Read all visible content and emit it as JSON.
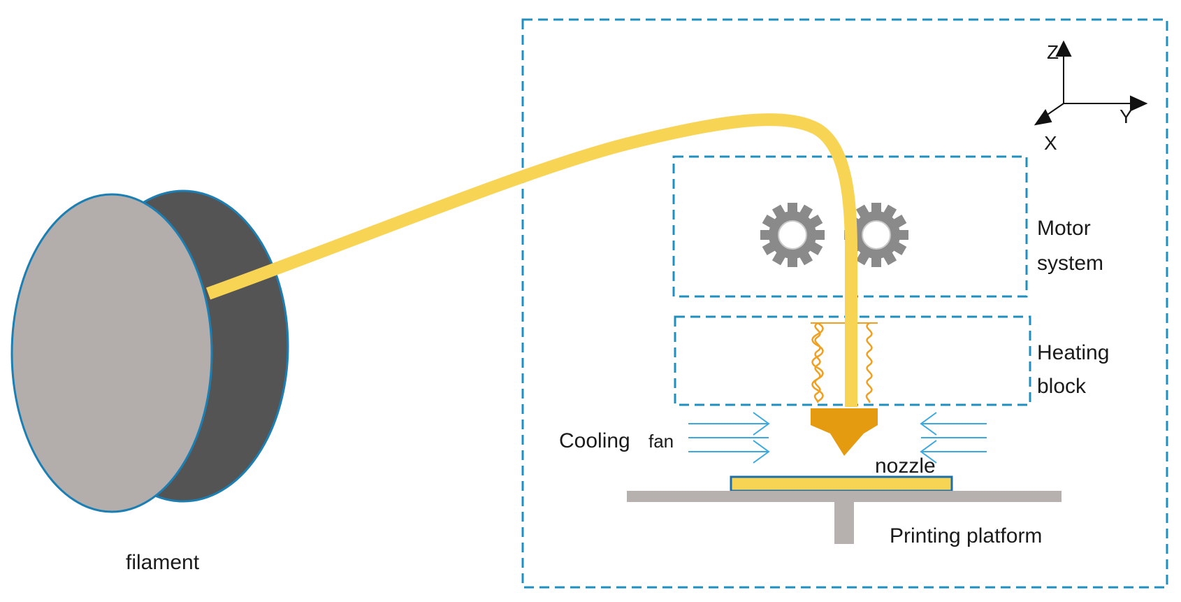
{
  "labels": {
    "filament": "filament",
    "motor_line1": "Motor",
    "motor_line2": "system",
    "heating_line1": "Heating",
    "heating_line2": "block",
    "cooling": "Cooling",
    "fan": "fan",
    "nozzle": "nozzle",
    "platform": "Printing platform"
  },
  "axes": {
    "z": "Z",
    "y": "Y",
    "x": "X"
  },
  "colors": {
    "frame_dash": "#1f8fc0",
    "filament": "#f8d454",
    "spool_face": "#b3aeab",
    "spool_side": "#545454",
    "spool_outline": "#1c7fb4",
    "gear": "#8a8a8a",
    "coil": "#f0a020",
    "nozzle": "#e49b0f",
    "platform": "#b6b1ae",
    "fan_arrow": "#3aa9df",
    "print_layer_outline": "#1c6fa8"
  },
  "icons": [
    "gear-icon",
    "gear-icon",
    "axis-arrow-icon",
    "air-flow-icon"
  ]
}
